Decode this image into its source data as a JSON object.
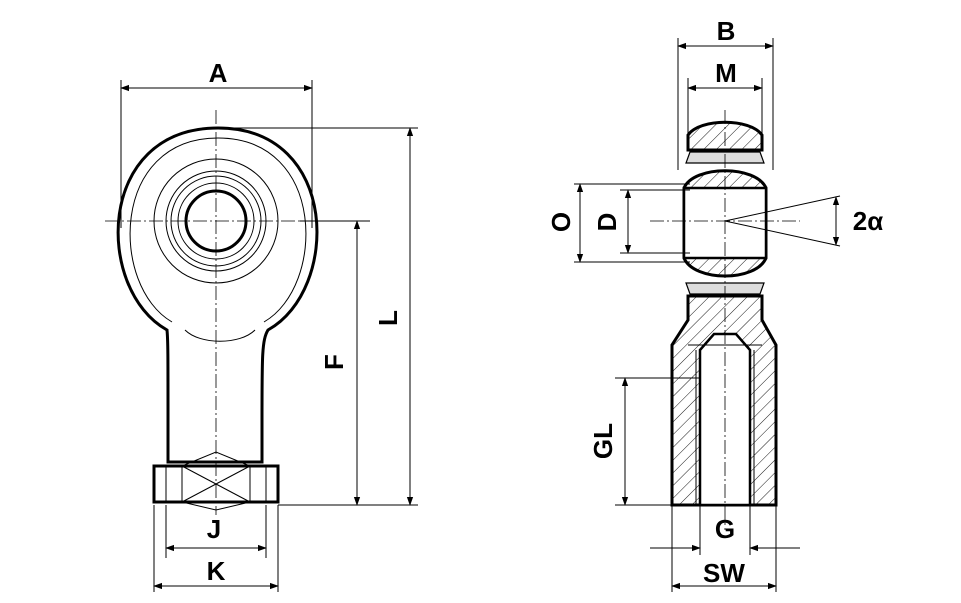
{
  "dimensions": {
    "A": "A",
    "B": "B",
    "M": "M",
    "L": "L",
    "F": "F",
    "J": "J",
    "K": "K",
    "O": "O",
    "D": "D",
    "angle": "2α",
    "GL": "GL",
    "G": "G",
    "SW": "SW"
  }
}
